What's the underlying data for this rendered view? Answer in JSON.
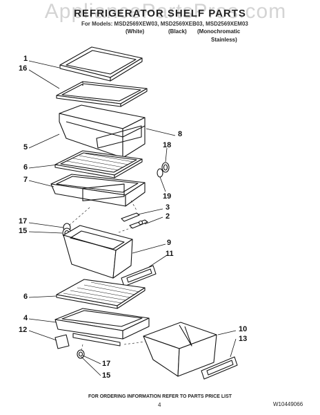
{
  "watermark": "AppliancePartsPros.com",
  "title": "REFRIGERATOR SHELF PARTS",
  "models_line": "For Models: MSD2569XEW03, MSD2569XEB03, MSD2569XEM03",
  "variants": [
    "(White)",
    "(Black)",
    "(Monochromatic",
    "Stainless)"
  ],
  "callouts": [
    "1",
    "16",
    "8",
    "18",
    "5",
    "6",
    "7",
    "19",
    "3",
    "17",
    "2",
    "15",
    "9",
    "11",
    "6",
    "10",
    "4",
    "13",
    "12",
    "17",
    "15"
  ],
  "footer": "FOR ORDERING INFORMATION REFER TO PARTS PRICE LIST",
  "page_number": "4",
  "doc_number": "W10449066"
}
